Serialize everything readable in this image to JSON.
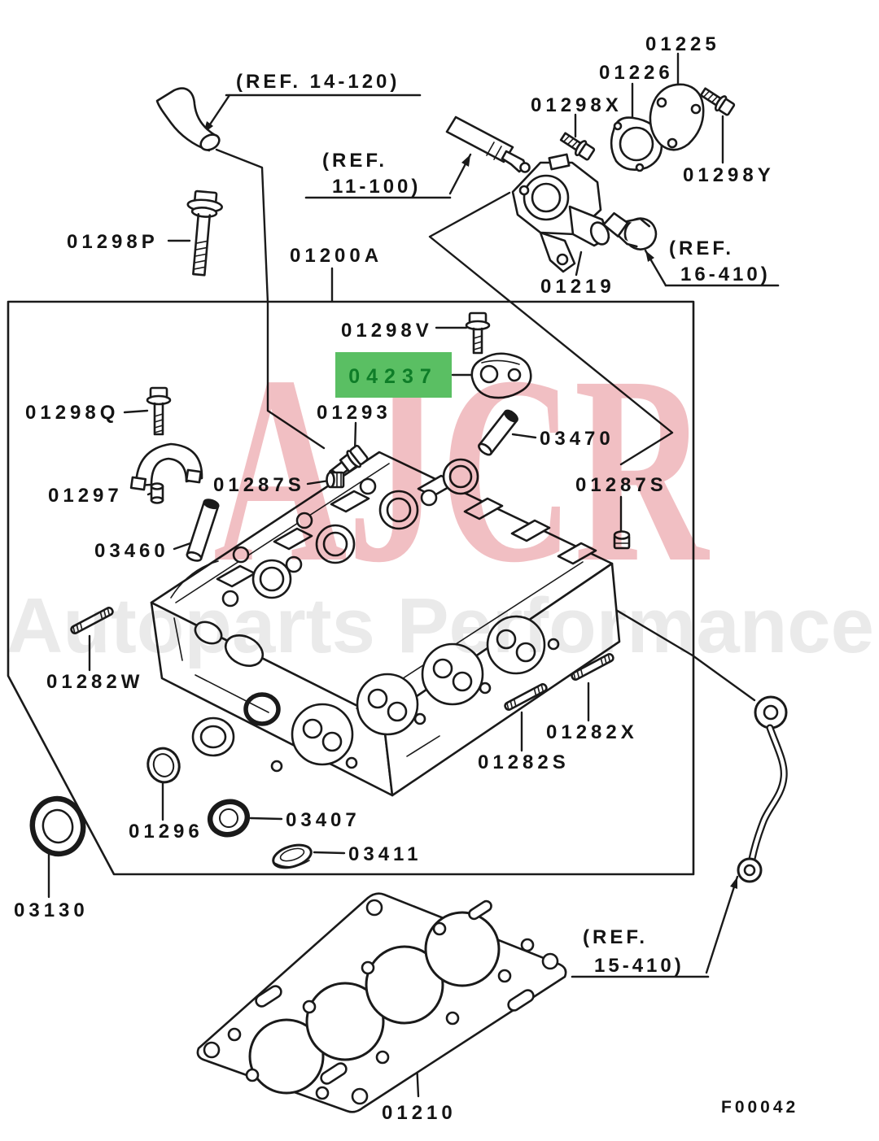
{
  "page": {
    "background": "#ffffff",
    "line_color": "#1a1a1a"
  },
  "figure_code": "F00042",
  "highlight": {
    "fill": "#5abf63",
    "text_color": "#0e7d28"
  },
  "watermarks": {
    "brand": "AJCR",
    "brand_color": "#f0b9bd",
    "tagline": "Autoparts Performance",
    "tagline_color": "#e8e8e8"
  },
  "parts": {
    "p01200A": "01200A",
    "p01210": "01210",
    "p01219": "01219",
    "p01225": "01225",
    "p01226": "01226",
    "p01282S": "01282S",
    "p01282W": "01282W",
    "p01282X": "01282X",
    "p01287S": "01287S",
    "p01293": "01293",
    "p01296": "01296",
    "p01297": "01297",
    "p01298P": "01298P",
    "p01298Q": "01298Q",
    "p01298V": "01298V",
    "p01298X": "01298X",
    "p01298Y": "01298Y",
    "p03130": "03130",
    "p03407": "03407",
    "p03411": "03411",
    "p03460": "03460",
    "p03470": "03470",
    "p04237": "04237"
  },
  "references": {
    "ref14": {
      "full": "(REF. 14-120)"
    },
    "ref11": {
      "line1": "(REF.",
      "line2": "11-100)"
    },
    "ref16": {
      "line1": "(REF.",
      "line2": "16-410)"
    },
    "ref15": {
      "line1": "(REF.",
      "line2": "15-410)"
    }
  }
}
